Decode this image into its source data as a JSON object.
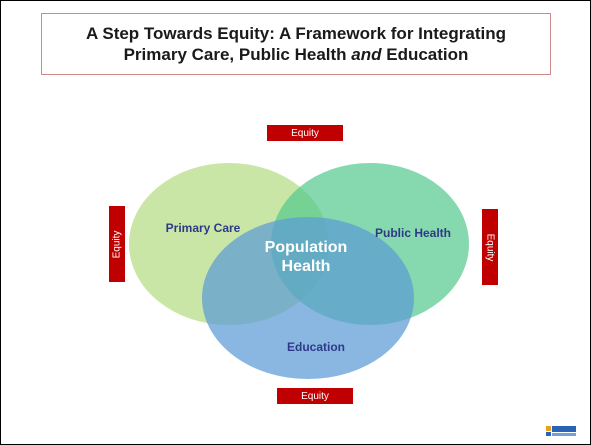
{
  "title": {
    "line1": "A Step Towards Equity: A Framework for Integrating",
    "line2_a": "Primary Care, Public Health ",
    "line2_em": "and",
    "line2_b": " Education"
  },
  "equity_labels": {
    "top": "Equity",
    "bottom": "Equity",
    "left": "Equity",
    "right": "Equity"
  },
  "circles": {
    "primary_care": {
      "label": "Primary Care",
      "color": "#b8dd8a"
    },
    "public_health": {
      "label": "Public Health",
      "color": "#52c98c"
    },
    "education": {
      "label": "Education",
      "color": "#5b9bd5"
    },
    "center": {
      "line1": "Population",
      "line2": "Health"
    }
  },
  "colors": {
    "equity_bg": "#c00000",
    "label_text": "#2e3a87"
  }
}
